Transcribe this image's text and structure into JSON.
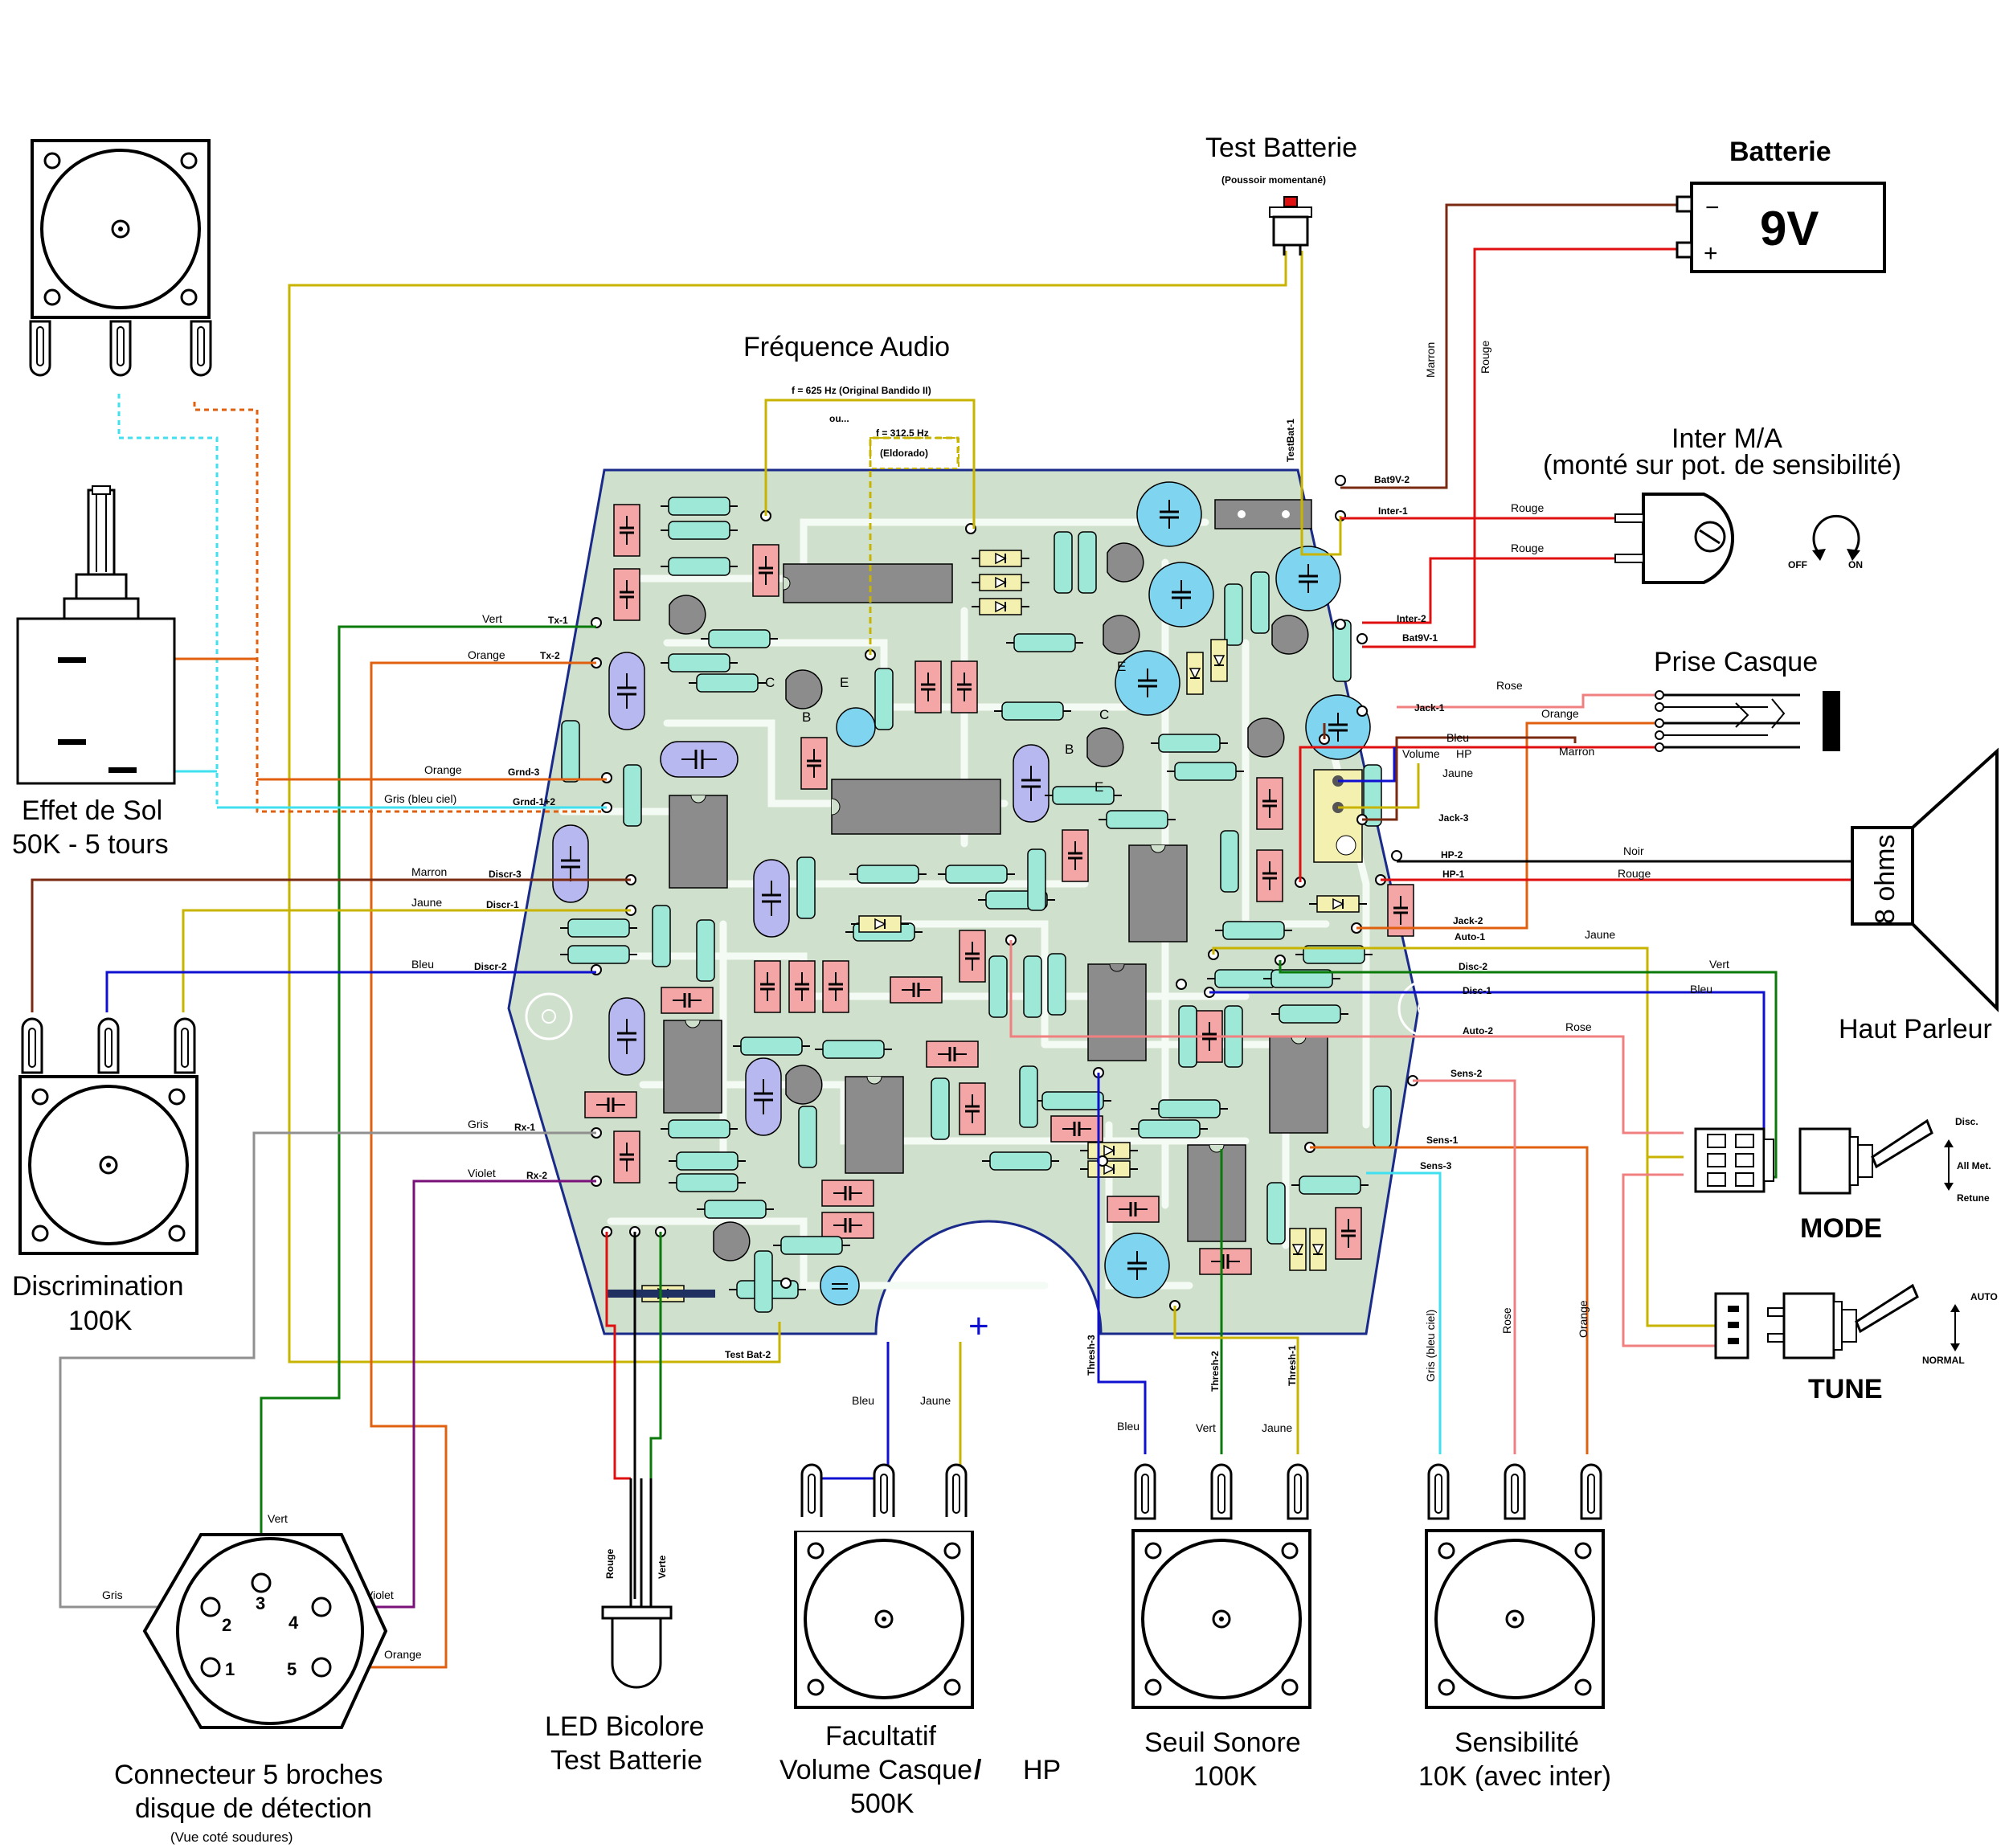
{
  "titles": {
    "test_batterie": "Test Batterie",
    "test_batterie_sub": "(Poussoir momentané)",
    "batterie": "Batterie",
    "batterie_volt": "9V",
    "frequence_audio": "Fréquence Audio",
    "freq_625": "f = 625 Hz  (Original Bandido II)",
    "freq_ou": "ou...",
    "freq_3125": "f = 312.5 Hz",
    "freq_eldorado": "(Eldorado)",
    "inter_ma": "Inter M/A",
    "inter_ma_sub": "(monté sur pot. de sensibilité)",
    "off": "OFF",
    "on": "ON",
    "prise_casque": "Prise Casque",
    "haut_parleur": "Haut Parleur",
    "ohms": "8 ohms",
    "mode": "MODE",
    "mode_disc": "Disc.",
    "mode_allmet": "All Met.",
    "mode_retune": "Retune",
    "tune": "TUNE",
    "tune_auto": "AUTO",
    "tune_normal": "NORMAL",
    "effet_sol_1": "Effet de Sol",
    "effet_sol_2": "50K - 5 tours",
    "discrimination_1": "Discrimination",
    "discrimination_2": "100K",
    "connecteur_1": "Connecteur 5 broches",
    "connecteur_2": "disque de détection",
    "connecteur_3": "(Vue coté soudures)",
    "led_1": "LED Bicolore",
    "led_2": "Test Batterie",
    "facultatif_1": "Facultatif",
    "facultatif_2": "Volume Casque",
    "facultatif_slash": "/",
    "facultatif_hp": "HP",
    "facultatif_3": "500K",
    "seuil_1": "Seuil Sonore",
    "seuil_2": "100K",
    "sensib_1": "Sensibilité",
    "sensib_2": "10K (avec inter)",
    "plus_sign": "+",
    "minus_sign": "−",
    "bat_plus": "+"
  },
  "wire_labels": {
    "vert": "Vert",
    "orange": "Orange",
    "orange2": "Orange",
    "gris_bleu": "Gris (bleu ciel)",
    "marron": "Marron",
    "jaune": "Jaune",
    "bleu": "Bleu",
    "gris": "Gris",
    "violet": "Violet",
    "marron_bat": "Marron",
    "rouge_bat": "Rouge",
    "testbat1": "TestBat-1",
    "rouge_inter1": "Rouge",
    "rouge_inter2": "Rouge",
    "rose_jack": "Rose",
    "orange_jack": "Orange",
    "marron_jack": "Marron",
    "bleu_vol": "Bleu",
    "volume": "Volume",
    "hp": "HP",
    "jaune_vol": "Jaune",
    "noir_hp": "Noir",
    "rouge_hp": "Rouge",
    "jaune_auto": "Jaune",
    "vert_disc": "Vert",
    "bleu_disc": "Bleu",
    "rose_auto": "Rose",
    "gris_sens": "Gris (bleu ciel)",
    "rose_sens": "Rose",
    "orange_sens": "Orange",
    "bleu_vc": "Bleu",
    "jaune_vc": "Jaune",
    "bleu_th": "Bleu",
    "vert_th": "Vert",
    "jaune_th": "Jaune",
    "thresh3": "Thresh-3",
    "thresh2": "Thresh-2",
    "thresh1": "Thresh-1",
    "rouge_led": "Rouge",
    "verte_led": "Verte",
    "conn_vert": "Vert",
    "conn_gris": "Gris",
    "conn_violet": "Violet",
    "conn_orange": "Orange"
  },
  "pads": {
    "tx1": "Tx-1",
    "tx2": "Tx-2",
    "grnd3": "Grnd-3",
    "grnd12": "Grnd-1+2",
    "discr3": "Discr-3",
    "discr1": "Discr-1",
    "discr2": "Discr-2",
    "rx1": "Rx-1",
    "rx2": "Rx-2",
    "testbat2": "Test Bat-2",
    "bat9v2": "Bat9V-2",
    "inter1": "Inter-1",
    "inter2": "Inter-2",
    "bat9v1": "Bat9V-1",
    "jack1": "Jack-1",
    "jack3": "Jack-3",
    "hp2": "HP-2",
    "hp1": "HP-1",
    "jack2": "Jack-2",
    "auto1": "Auto-1",
    "disc2": "Disc-2",
    "disc1": "Disc-1",
    "auto2": "Auto-2",
    "sens2": "Sens-2",
    "sens1": "Sens-1",
    "sens3": "Sens-3"
  },
  "pins": {
    "p1": "1",
    "p2": "2",
    "p3": "3",
    "p4": "4",
    "p5": "5"
  },
  "pcb_letters": {
    "c1": "C",
    "e1": "E",
    "b1": "B",
    "b2": "B",
    "c2": "C",
    "e2": "E",
    "e3": "E"
  },
  "colors": {
    "pcb": "#cfe0cc",
    "pcb_edge": "#1a2a8a",
    "resistor": "#9ee8d8",
    "cap_pink": "#f4a6a6",
    "cap_blue": "#b8b8f0",
    "electrolytic": "#7fd4f0",
    "ic": "#8c8c8c",
    "wire_red": "#e01010",
    "wire_brown": "#7a2a10",
    "wire_green": "#0a7a0a",
    "wire_orange": "#e06010",
    "wire_cyan": "#40e0f0",
    "wire_blue": "#1010d0",
    "wire_yellow": "#c8b400",
    "wire_grey": "#909090",
    "wire_violet": "#7a107a",
    "wire_pink": "#f08080",
    "wire_black": "#000000"
  }
}
